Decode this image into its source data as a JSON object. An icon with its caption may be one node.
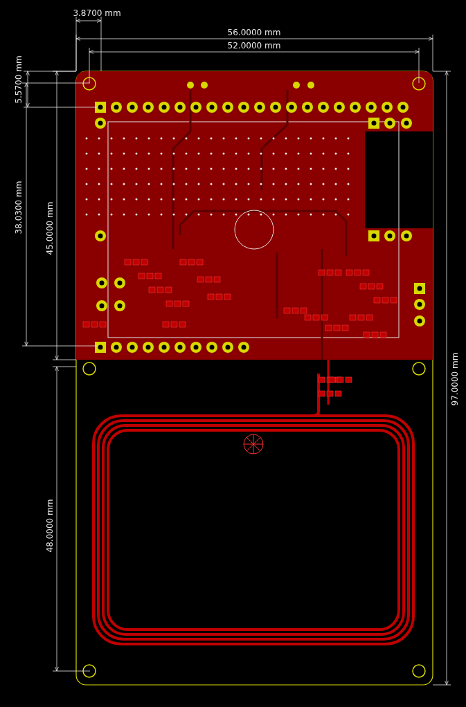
{
  "diagram": {
    "labels": [
      "3.8700 mm",
      "56.0000 mm",
      "52.0000 mm",
      "5.5700 mm",
      "38.0300 mm",
      "45.0000 mm",
      "97.0000 mm",
      "48.0000 mm"
    ]
  }
}
